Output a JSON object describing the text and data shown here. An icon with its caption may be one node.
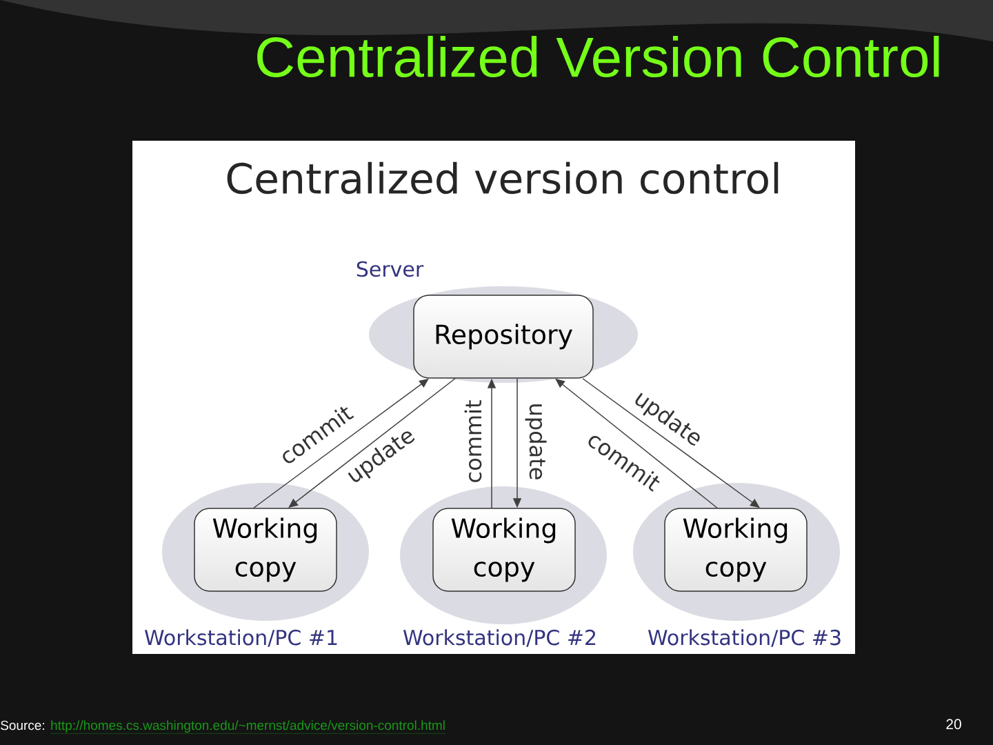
{
  "diagram": {
    "title": "Centralized Version Control",
    "nodes": [
      {
        "text": [
          "Server"
        ]
      },
      {
        "text": [
          "Repository"
        ],
        "in": 0
      },
      {
        "text": [
          "Workstation/PC #1"
        ]
      },
      {
        "text": [
          "Working copy"
        ],
        "in": 2
      },
      {
        "text": [
          "Workstation/PC #2"
        ]
      },
      {
        "text": [
          "Working copy"
        ],
        "in": 4
      },
      {
        "text": [
          "Workstation/PC #3"
        ]
      },
      {
        "text": [
          "Working copy"
        ],
        "in": 6
      }
    ],
    "edges": [
      {
        "from": 3,
        "to": 1,
        "arrow": "to",
        "label": "commit"
      },
      {
        "from": 1,
        "to": 3,
        "arrow": "to",
        "label": "update"
      },
      {
        "from": 5,
        "to": 1,
        "arrow": "to",
        "label": "commit"
      },
      {
        "from": 1,
        "to": 5,
        "arrow": "to",
        "label": "update"
      },
      {
        "from": 7,
        "to": 1,
        "arrow": "to",
        "label": "commit"
      },
      {
        "from": 1,
        "to": 7,
        "arrow": "to",
        "label": "update"
      }
    ],
    "labels": [
      "Centralized version control",
      "Source:",
      "http://homes.cs.washington.edu/~mernst/advice/version-control.html",
      "20"
    ]
  }
}
